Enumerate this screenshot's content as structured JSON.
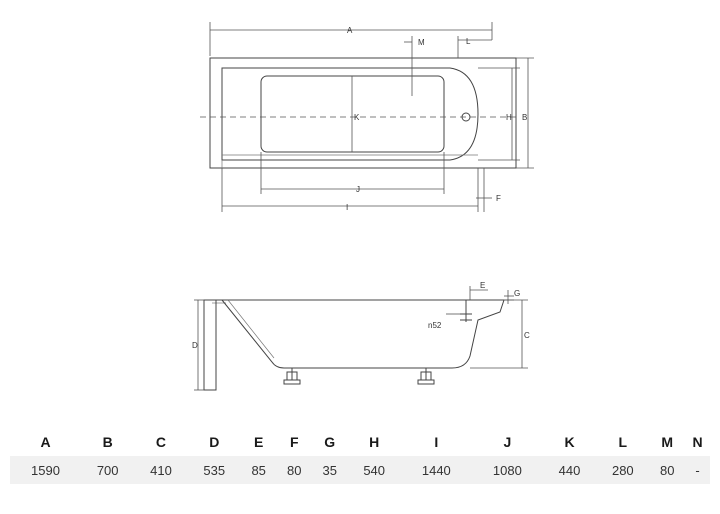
{
  "top_view": {
    "labels": {
      "A": "A",
      "B": "B",
      "H": "H",
      "K": "K",
      "J": "J",
      "I": "I",
      "L": "L",
      "M": "M",
      "F": "F"
    }
  },
  "side_view": {
    "labels": {
      "D": "D",
      "C": "C",
      "E": "E",
      "G": "G",
      "n52": "n52"
    }
  },
  "dimensions_table": {
    "headers": [
      "A",
      "B",
      "C",
      "D",
      "E",
      "F",
      "G",
      "H",
      "I",
      "J",
      "K",
      "L",
      "M",
      "N"
    ],
    "values": [
      "1590",
      "700",
      "410",
      "535",
      "85",
      "80",
      "35",
      "540",
      "1440",
      "1080",
      "440",
      "280",
      "80",
      "-"
    ]
  }
}
